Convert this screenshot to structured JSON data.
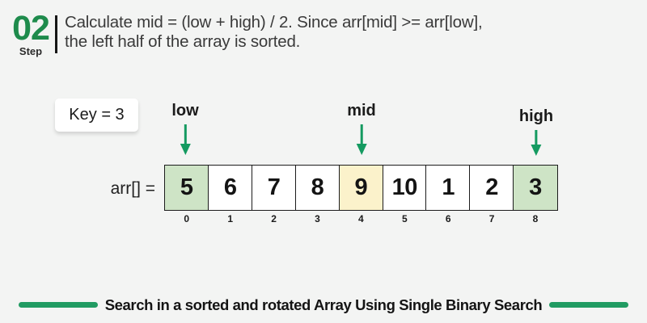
{
  "header": {
    "step_number": "02",
    "step_label": "Step",
    "description_line1": "Calculate mid = (low + high) / 2. Since arr[mid] >= arr[low],",
    "description_line2": "the left half of the array is sorted."
  },
  "key_box": {
    "label": "Key = 3"
  },
  "pointers": [
    {
      "label": "low",
      "points_to_index": 0
    },
    {
      "label": "mid",
      "points_to_index": 4
    },
    {
      "label": "high",
      "points_to_index": 8
    }
  ],
  "array": {
    "label": "arr[] =",
    "cells": [
      {
        "value": "5",
        "index": "0",
        "highlight": "green"
      },
      {
        "value": "6",
        "index": "1",
        "highlight": "none"
      },
      {
        "value": "7",
        "index": "2",
        "highlight": "none"
      },
      {
        "value": "8",
        "index": "3",
        "highlight": "none"
      },
      {
        "value": "9",
        "index": "4",
        "highlight": "yellow"
      },
      {
        "value": "10",
        "index": "5",
        "highlight": "none"
      },
      {
        "value": "1",
        "index": "6",
        "highlight": "none"
      },
      {
        "value": "2",
        "index": "7",
        "highlight": "none"
      },
      {
        "value": "3",
        "index": "8",
        "highlight": "green"
      }
    ]
  },
  "footer": {
    "title": "Search in a sorted and rotated Array Using Single Binary Search"
  },
  "colors": {
    "accent_green": "#1e8b4c",
    "arrow_green": "#149a60",
    "bar_green": "#219b62",
    "cell_highlight_green": "#cee4c6",
    "cell_highlight_yellow": "#fbf2cb",
    "background": "#f3f4f3"
  }
}
